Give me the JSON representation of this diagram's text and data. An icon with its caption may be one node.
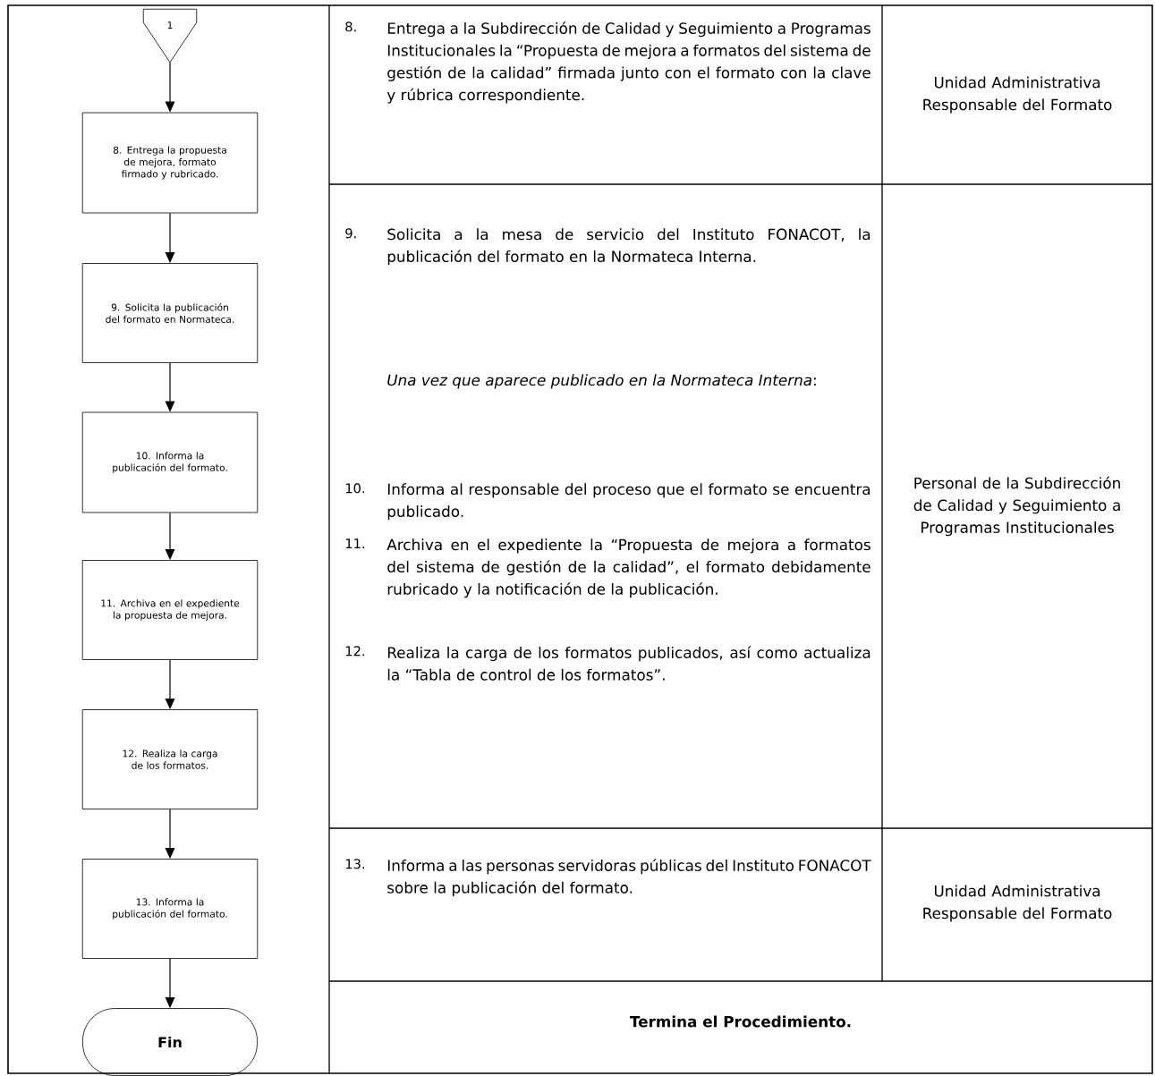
{
  "diagram": {
    "nodes": [
      {
        "text": [
          "1"
        ]
      },
      {
        "text": [
          "8. Entrega la propuesta de mejora, formato firmado y rubricado."
        ]
      },
      {
        "text": [
          "9. Solicita la publicación del formato en Normateca."
        ]
      },
      {
        "text": [
          "10. Informa la publicación del formato."
        ]
      },
      {
        "text": [
          "11. Archiva en el expediente la propuesta de mejora."
        ]
      },
      {
        "text": [
          "12. Realiza la carga de los formatos."
        ]
      },
      {
        "text": [
          "13. Informa la publicación del formato."
        ]
      },
      {
        "text": [
          "Fin"
        ]
      }
    ],
    "edges": [
      {
        "from": 0,
        "to": 1,
        "arrow": "to"
      },
      {
        "from": 1,
        "to": 2,
        "arrow": "to"
      },
      {
        "from": 2,
        "to": 3,
        "arrow": "to"
      },
      {
        "from": 3,
        "to": 4,
        "arrow": "to"
      },
      {
        "from": 4,
        "to": 5,
        "arrow": "to"
      },
      {
        "from": 5,
        "to": 6,
        "arrow": "to"
      },
      {
        "from": 6,
        "to": 7,
        "arrow": "to"
      }
    ],
    "labels": [
      "8.",
      "Entrega a la Subdirección de Calidad y Seguimiento a Programas Institucionales la “Propuesta de mejora a formatos del sistema de gestión de la calidad” firmada junto con el formato con la clave y rúbrica correspondiente.",
      "Unidad Administrativa Responsable del Formato",
      "9.",
      "Solicita a la mesa de servicio del Instituto FONACOT, la publicación del formato en la Normateca Interna.",
      "*Una vez que aparece publicado en la Normateca Interna*:",
      "10.",
      "Informa al responsable del proceso que el formato se encuentra publicado.",
      "11.",
      "Archiva en el expediente la “Propuesta de mejora a formatos del sistema de gestión de la calidad”, el formato debidamente rubricado y la notificación de la publicación.",
      "12.",
      "Realiza la carga de los formatos publicados, así como actualiza la “Tabla de control de los formatos”.",
      "Personal de la Subdirección de Calidad y Seguimiento a Programas Institucionales",
      "13.",
      "Informa a las personas servidoras públicas del Instituto FONACOT sobre la publicación del formato.",
      "Unidad Administrativa Responsable del Formato",
      "Termina el Procedimiento."
    ]
  }
}
